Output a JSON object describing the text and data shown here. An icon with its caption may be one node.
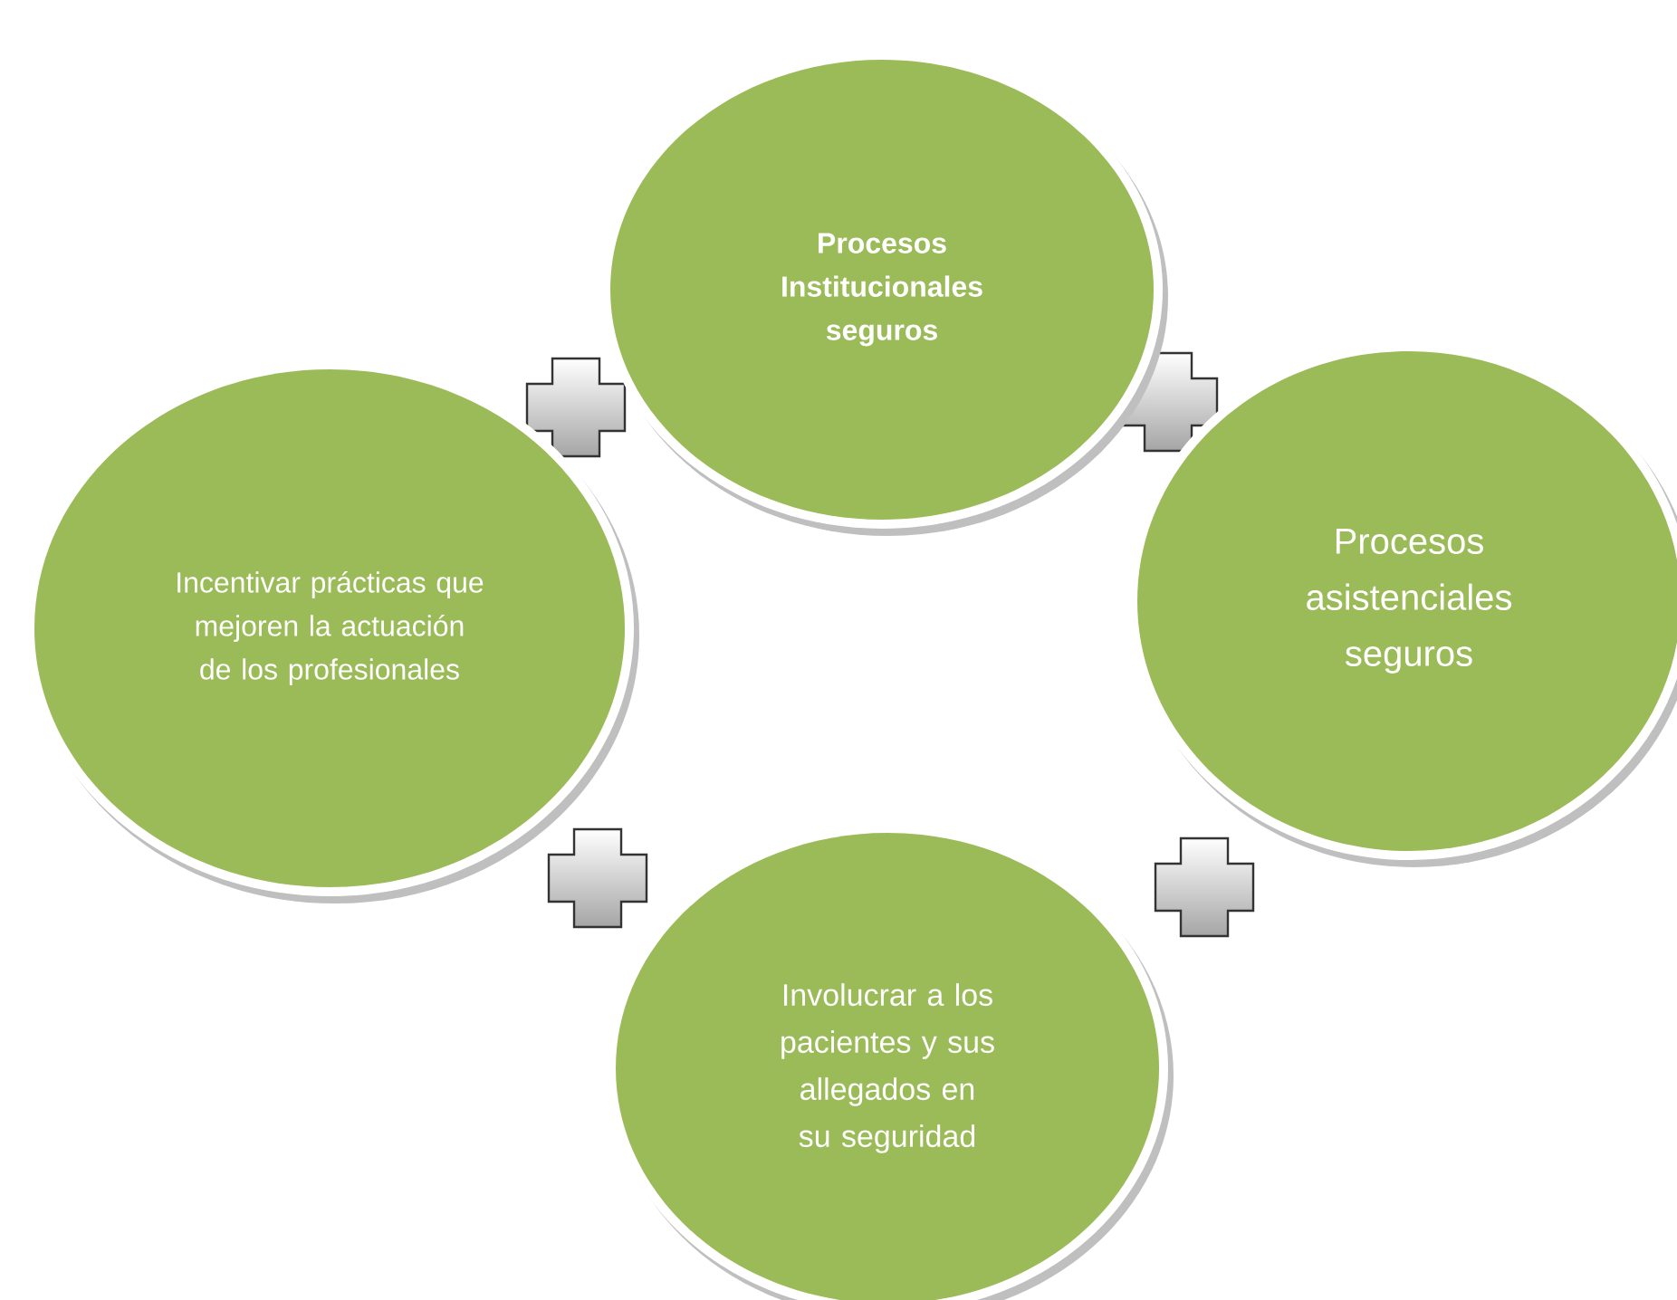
{
  "diagram": {
    "nodes": [
      {
        "text": [
          "Procesos Institucionales seguros"
        ]
      },
      {
        "text": [
          "Incentivar prácticas que mejoren la actuación de los profesionales"
        ]
      },
      {
        "text": [
          "Procesos asistenciales seguros"
        ]
      },
      {
        "text": [
          "Involucrar a los pacientes y sus allegados en su seguridad"
        ]
      }
    ]
  }
}
